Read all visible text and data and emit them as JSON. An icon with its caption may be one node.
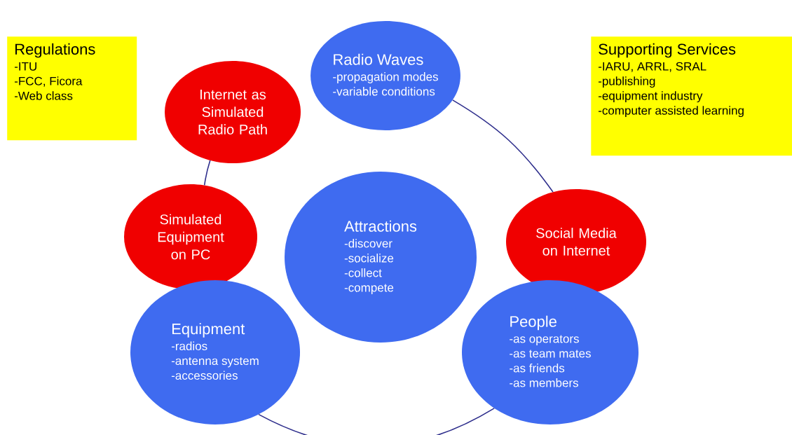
{
  "diagram": {
    "nodes": [
      {
        "text": [
          "Regulations",
          "-ITU",
          "-FCC, Ficora",
          "-Web class"
        ]
      },
      {
        "text": [
          "Radio Waves",
          "-propagation modes",
          "-variable conditions"
        ]
      },
      {
        "text": [
          "Supporting Services",
          "-IARU, ARRL, SRAL",
          "-publishing",
          "-equipment industry",
          "-computer assisted learning"
        ]
      },
      {
        "text": [
          "Internet as Simulated Radio Path"
        ]
      },
      {
        "text": [
          "Simulated Equipment on PC"
        ]
      },
      {
        "text": [
          "Attractions",
          "-discover",
          "-socialize",
          "-collect",
          "-compete"
        ]
      },
      {
        "text": [
          "Social Media on Internet"
        ]
      },
      {
        "text": [
          "Equipment",
          "-radios",
          "-antenna system",
          "-accessories"
        ]
      },
      {
        "text": [
          "People",
          "-as operators",
          "-as team mates",
          "-as friends",
          "-as members"
        ]
      }
    ],
    "edges": [
      {
        "from": 1,
        "to": 6,
        "arrow": "none"
      },
      {
        "from": 3,
        "to": 4,
        "arrow": "none"
      },
      {
        "from": 7,
        "to": 8,
        "arrow": "none"
      }
    ]
  }
}
